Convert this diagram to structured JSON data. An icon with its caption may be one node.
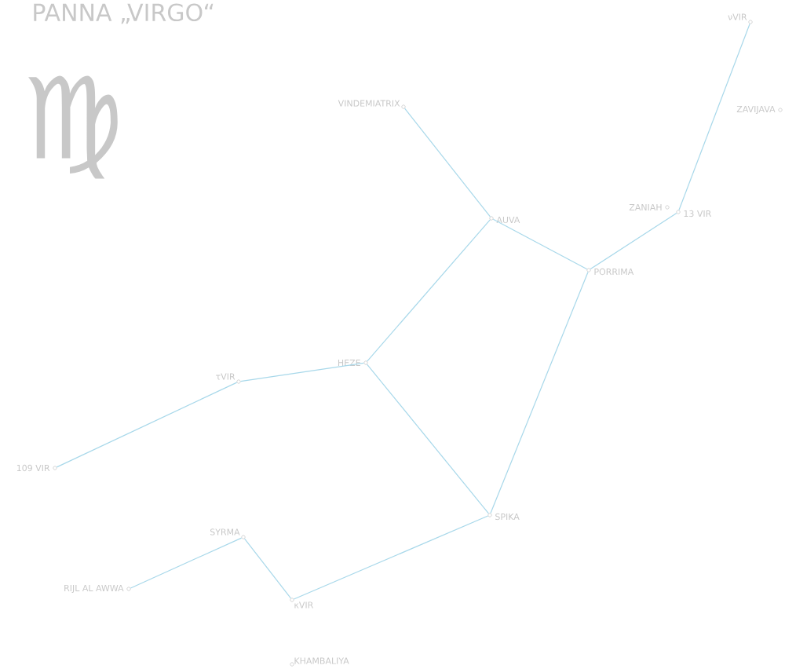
{
  "diagram": {
    "title": "PANNA „VIRGO“",
    "nodes": [
      {
        "text": [
          "VINDEMIATRIX"
        ]
      },
      {
        "text": [
          "AUVA"
        ]
      },
      {
        "text": [
          "ZANIAH"
        ]
      },
      {
        "text": [
          "13 VIR"
        ]
      },
      {
        "text": [
          "νVIR"
        ]
      },
      {
        "text": [
          "ZAVIJAVA"
        ]
      },
      {
        "text": [
          "PORRIMA"
        ]
      },
      {
        "text": [
          "HEZE"
        ]
      },
      {
        "text": [
          "τVIR"
        ]
      },
      {
        "text": [
          "109 VIR"
        ]
      },
      {
        "text": [
          "SPIKA"
        ]
      },
      {
        "text": [
          "SYRMA"
        ]
      },
      {
        "text": [
          "RIJL AL AWWA"
        ]
      },
      {
        "text": [
          "κVIR"
        ]
      },
      {
        "text": [
          "KHAMBALIYA"
        ]
      }
    ],
    "edges": [
      {
        "from": 0,
        "to": 1,
        "arrow": "none"
      },
      {
        "from": 1,
        "to": 6,
        "arrow": "none"
      },
      {
        "from": 1,
        "to": 7,
        "arrow": "none"
      },
      {
        "from": 6,
        "to": 3,
        "arrow": "none"
      },
      {
        "from": 3,
        "to": 4,
        "arrow": "none"
      },
      {
        "from": 6,
        "to": 10,
        "arrow": "none"
      },
      {
        "from": 7,
        "to": 10,
        "arrow": "none"
      },
      {
        "from": 7,
        "to": 8,
        "arrow": "none"
      },
      {
        "from": 8,
        "to": 9,
        "arrow": "none"
      },
      {
        "from": 10,
        "to": 13,
        "arrow": "none"
      },
      {
        "from": 13,
        "to": 11,
        "arrow": "none"
      },
      {
        "from": 11,
        "to": 12,
        "arrow": "none"
      }
    ],
    "labels": [
      "♍"
    ]
  }
}
